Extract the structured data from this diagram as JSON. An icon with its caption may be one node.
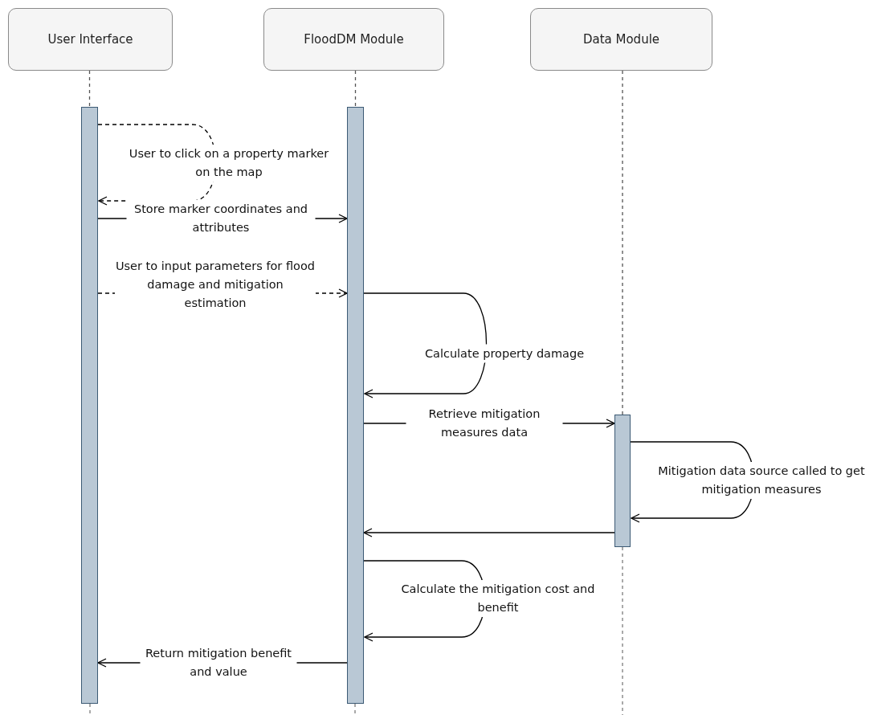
{
  "diagram": {
    "nodes": [
      {
        "text": [
          "User Interface"
        ]
      },
      {
        "text": [
          "FloodDM Module"
        ]
      },
      {
        "text": [
          "Data Module"
        ]
      },
      {
        "text": [],
        "shape": "bar"
      },
      {
        "text": [],
        "shape": "bar"
      },
      {
        "text": [],
        "shape": "bar"
      }
    ],
    "edges": [
      {
        "from": 3,
        "to": 3,
        "arrow": "to",
        "style": "dashed",
        "label": "User to click on a property marker on the map"
      },
      {
        "from": 3,
        "to": 4,
        "arrow": "to",
        "label": "Store marker coordinates and attributes"
      },
      {
        "from": 3,
        "to": 4,
        "arrow": "to",
        "style": "dashed",
        "label": "User to input parameters for flood damage and mitigation estimation"
      },
      {
        "from": 4,
        "to": 4,
        "arrow": "to",
        "label": "Calculate property damage"
      },
      {
        "from": 4,
        "to": 5,
        "arrow": "to",
        "label": "Retrieve mitigation measures data"
      },
      {
        "from": 5,
        "to": 5,
        "arrow": "to",
        "label": "Mitigation data source called to get mitigation measures"
      },
      {
        "from": 5,
        "to": 4,
        "arrow": "to"
      },
      {
        "from": 4,
        "to": 4,
        "arrow": "to",
        "label": "Calculate the mitigation cost and benefit"
      },
      {
        "from": 4,
        "to": 3,
        "arrow": "to",
        "label": "Return mitigation benefit and value"
      },
      {
        "from": 0,
        "to": 3,
        "arrow": "none",
        "style": "dashed"
      },
      {
        "from": 1,
        "to": 4,
        "arrow": "none",
        "style": "dashed"
      },
      {
        "from": 2,
        "to": 5,
        "arrow": "none",
        "style": "dashed"
      }
    ]
  }
}
